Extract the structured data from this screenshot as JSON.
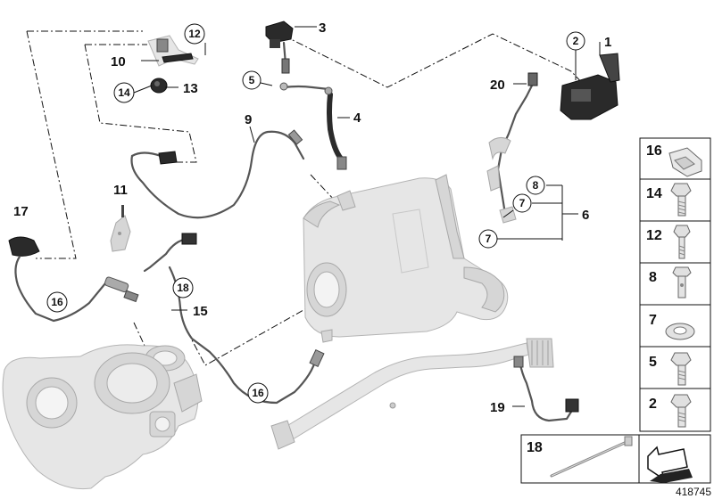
{
  "diagram": {
    "labels": {
      "l1": "1",
      "l2": "2",
      "l3": "3",
      "l4": "4",
      "l5": "5",
      "l6": "6",
      "l7a": "7",
      "l7b": "7",
      "l8": "8",
      "l9": "9",
      "l10": "10",
      "l11": "11",
      "l12": "12",
      "l13": "13",
      "l14": "14",
      "l15": "15",
      "l16a": "16",
      "l16b": "16",
      "l17": "17",
      "l18": "18",
      "l19": "19",
      "l20": "20"
    },
    "sidebar": [
      {
        "number": "16",
        "icon": "clip-nut-icon"
      },
      {
        "number": "14",
        "icon": "flange-bolt-icon"
      },
      {
        "number": "12",
        "icon": "collar-bolt-icon"
      },
      {
        "number": "8",
        "icon": "banjo-bolt-icon"
      },
      {
        "number": "7",
        "icon": "sealing-washer-icon"
      },
      {
        "number": "5",
        "icon": "hex-bolt-icon"
      },
      {
        "number": "2",
        "icon": "hex-screw-icon"
      }
    ],
    "box18": {
      "number": "18",
      "icon": "cable-tie-icon"
    },
    "reference": "418745"
  }
}
